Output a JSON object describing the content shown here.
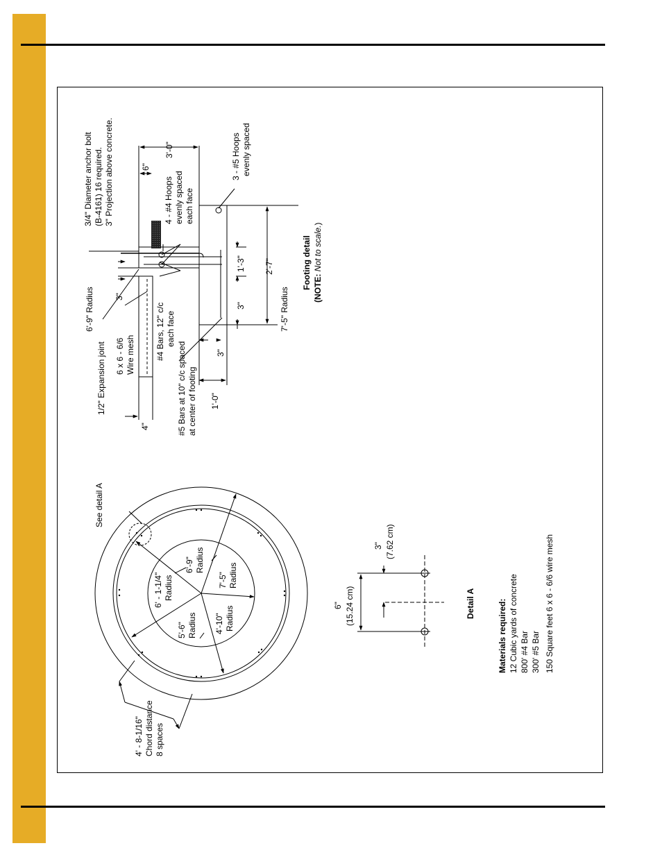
{
  "page": {
    "tab_color": "#E6AC26"
  },
  "footing": {
    "anchor_bolt": [
      "3/4\" Diameter anchor bolt",
      "(B-4161) 16 required.",
      "3\" Projection above concrete."
    ],
    "dim_3_0": "3'-0\"",
    "dim_6_top": "6\"",
    "radius_6_9": "6'-9\" Radius",
    "hoops_4": [
      "4 - #4 Hoops",
      "evenly spaced",
      "each face"
    ],
    "expansion_joint": "1/2\" Expansion joint",
    "wire_mesh": [
      "6 x 6 - 6/6",
      "Wire mesh"
    ],
    "dim_3_left": "3\"",
    "bars_4": [
      "#4 Bars, 12\" c/c",
      "each face"
    ],
    "dim_4": "4\"",
    "bars_5": [
      "#5 Bars at 10\" c/c spaced",
      "at center of footing"
    ],
    "dim_3_lower": "3\"",
    "dim_1_0": "1'-0\"",
    "dim_1_3": "1'-3\"",
    "dim_3_mid": "3\"",
    "dim_2_7": "2'-7\"",
    "radius_7_5": "7'-5\" Radius",
    "hoops_5": [
      "3 - #5 Hoops",
      "evenly spaced"
    ],
    "title": "Footing detail",
    "note_prefix": "(NOTE: ",
    "note_text": "Not to scale.",
    "note_suffix": ")"
  },
  "plan": {
    "see_detail": "See detail A",
    "radius_6_1": [
      "6' - 1-1/4\"",
      "Radius"
    ],
    "radius_6_9": [
      "6'-9\"",
      "Radius"
    ],
    "radius_7_5": [
      "7'-5\"",
      "Radius"
    ],
    "radius_5_6": [
      "5'-6\"",
      "Radius"
    ],
    "radius_4_10": [
      "4'-10\"",
      "Radius"
    ],
    "chord": [
      "4' - 8-1/16\"",
      "Chord distance",
      "8 spaces"
    ]
  },
  "detail_a": {
    "dim_3": [
      "3\"",
      "(7.62 cm)"
    ],
    "dim_6": [
      "6\"",
      "(15.24 cm)"
    ],
    "title": "Detail A"
  },
  "materials": {
    "heading": "Materials required:",
    "items": [
      "12 Cubic yards of concrete",
      "800' #4 Bar",
      "300' #5 Bar",
      "150 Square feet 6 x 6 - 6/6 wire mesh"
    ]
  }
}
